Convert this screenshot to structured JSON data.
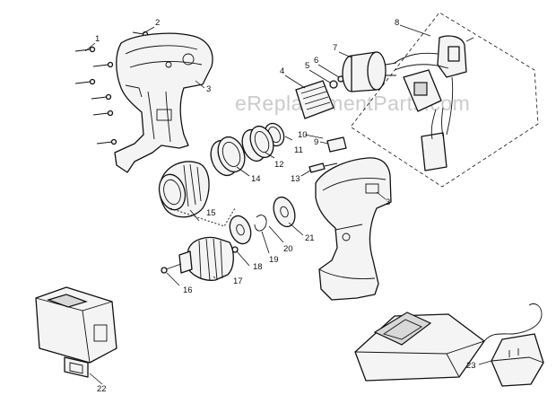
{
  "watermark": "eReplacementParts.com",
  "callouts": [
    {
      "id": "1",
      "label": "1"
    },
    {
      "id": "2",
      "label": "2"
    },
    {
      "id": "3a",
      "label": "3"
    },
    {
      "id": "3b",
      "label": "3"
    },
    {
      "id": "4",
      "label": "4"
    },
    {
      "id": "5",
      "label": "5"
    },
    {
      "id": "6",
      "label": "6"
    },
    {
      "id": "7",
      "label": "7"
    },
    {
      "id": "8",
      "label": "8"
    },
    {
      "id": "9",
      "label": "9"
    },
    {
      "id": "10",
      "label": "10"
    },
    {
      "id": "11",
      "label": "11"
    },
    {
      "id": "12",
      "label": "12"
    },
    {
      "id": "13",
      "label": "13"
    },
    {
      "id": "14",
      "label": "14"
    },
    {
      "id": "15",
      "label": "15"
    },
    {
      "id": "16",
      "label": "16"
    },
    {
      "id": "17",
      "label": "17"
    },
    {
      "id": "18",
      "label": "18"
    },
    {
      "id": "19",
      "label": "19"
    },
    {
      "id": "20",
      "label": "20"
    },
    {
      "id": "21",
      "label": "21"
    },
    {
      "id": "22",
      "label": "22"
    },
    {
      "id": "23",
      "label": "23"
    }
  ]
}
